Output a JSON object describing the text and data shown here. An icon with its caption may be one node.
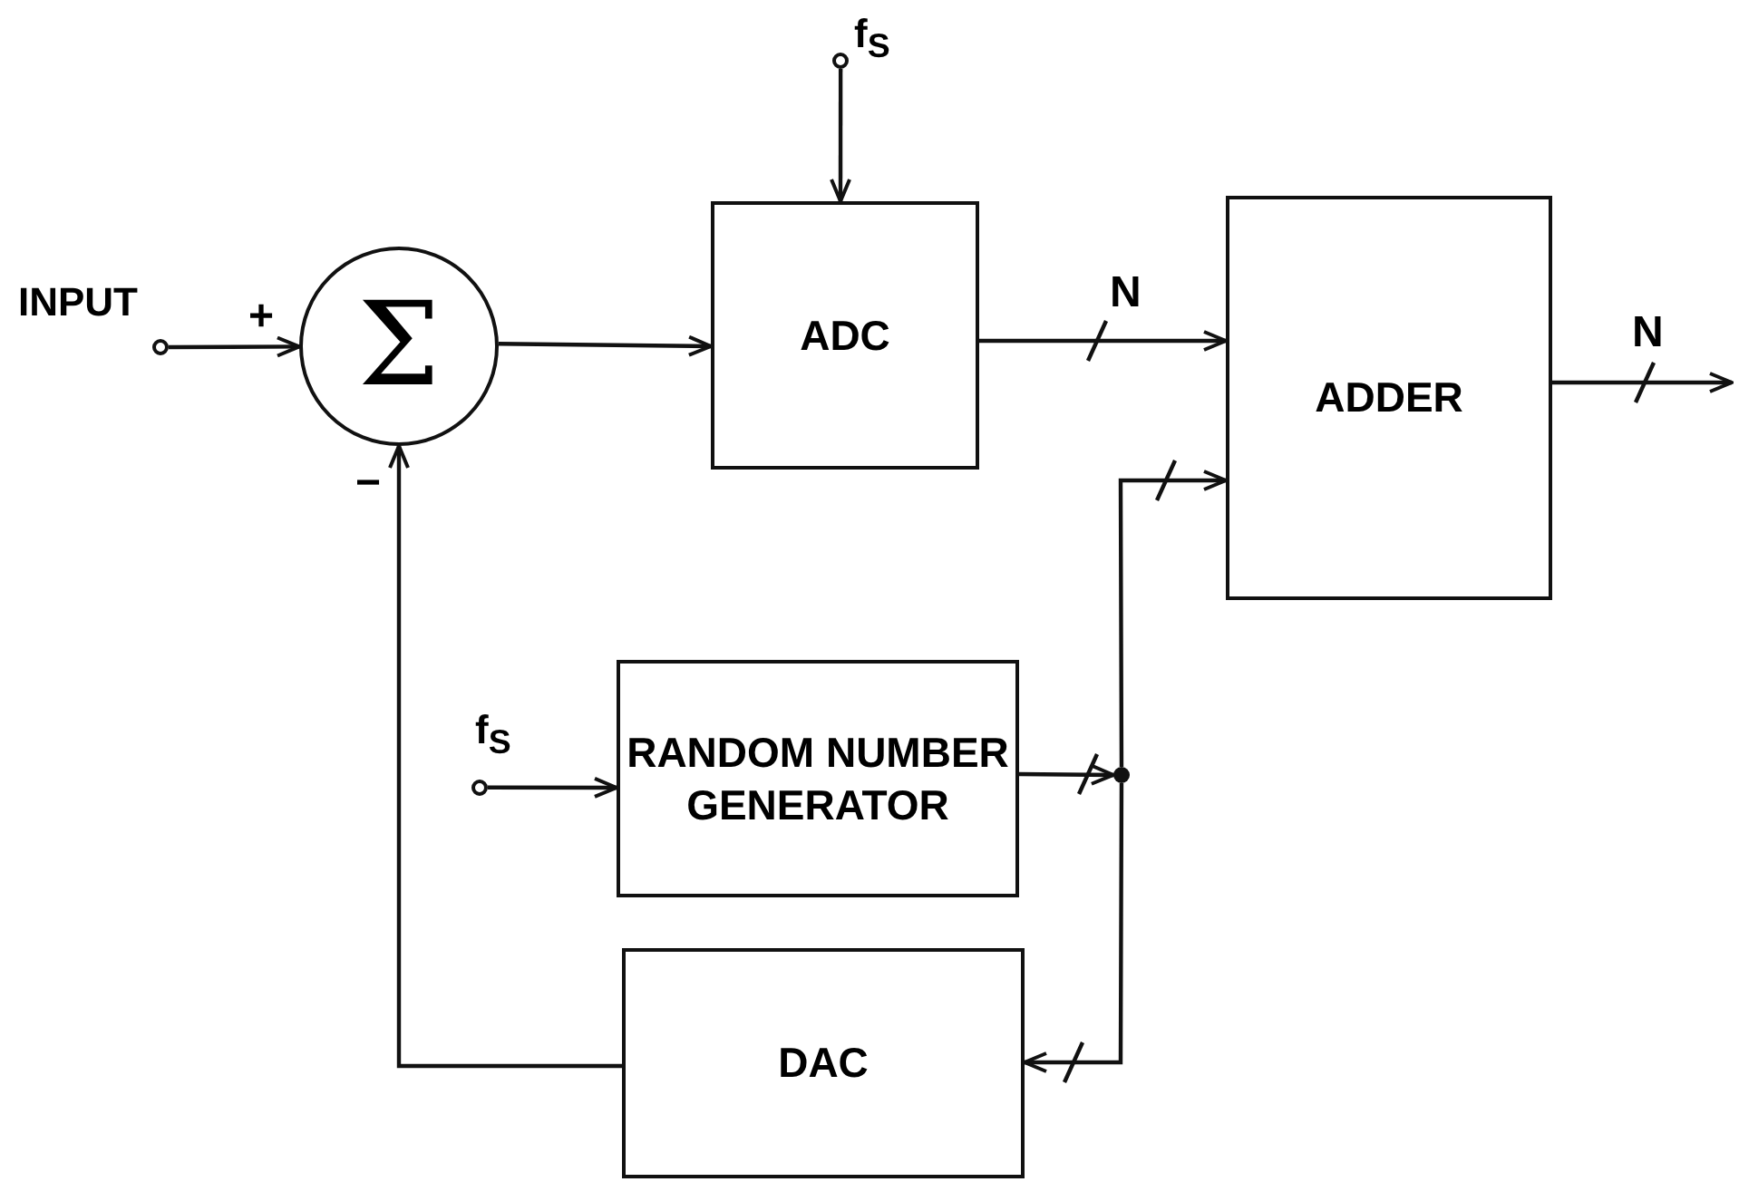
{
  "diagram": {
    "nodes": [
      {
        "text": [],
        "shape": "circle",
        "beside": [
          "INPUT"
        ]
      },
      {
        "text": [],
        "shape": "circle",
        "beside": [
          "f$_{S}$"
        ]
      },
      {
        "text": [
          "Σ"
        ]
      },
      {
        "text": [
          "ADC"
        ]
      },
      {
        "text": [
          "ADDER"
        ]
      },
      {
        "text": [],
        "shape": "circle",
        "beside": [
          "f$_{S}$"
        ]
      },
      {
        "text": [
          "RANDOM NUMBER GENERATOR"
        ]
      },
      {
        "text": [
          "DAC"
        ]
      },
      {
        "text": [],
        "shape": "dot"
      }
    ],
    "edges": [
      {
        "from": 0,
        "to": 2,
        "arrow": "to"
      },
      {
        "from": 1,
        "to": 3,
        "arrow": "to"
      },
      {
        "from": 2,
        "to": 3,
        "arrow": "to"
      },
      {
        "from": 3,
        "to": 4,
        "arrow": "to"
      },
      {
        "from": 4,
        "to": null,
        "arrow": "to"
      },
      {
        "from": 5,
        "to": 6,
        "arrow": "to"
      },
      {
        "from": 6,
        "to": 8,
        "arrow": "to"
      },
      {
        "from": 8,
        "to": 4,
        "arrow": "to"
      },
      {
        "from": 8,
        "to": 7,
        "arrow": "to"
      },
      {
        "from": 7,
        "to": 2,
        "arrow": "to"
      }
    ],
    "labels": [
      "+",
      "−",
      "N",
      "N"
    ]
  }
}
